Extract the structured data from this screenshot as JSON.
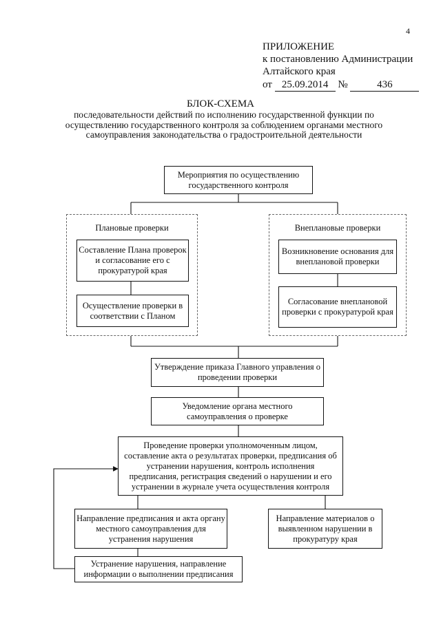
{
  "page_number": "4",
  "appendix": {
    "heading": "ПРИЛОЖЕНИЕ",
    "line1": "к постановлению Администрации",
    "line2": "Алтайского края",
    "from_label": "от",
    "date": "25.09.2014",
    "no_label": "№",
    "number": "436"
  },
  "title": "БЛОК-СХЕМА",
  "subtitle": "последовательности действий по исполнению государственной функции по осуществлению государственного контроля за соблюдением органами местного самоуправления законодательства о градостроительной деятельности",
  "nodes": {
    "top": "Мероприятия по осуществлению государственного контроля",
    "planned_group": "Плановые проверки",
    "planned_1": "Составление Плана проверок и согласование его с прокуратурой края",
    "planned_2": "Осуществление проверки в соответствии с Планом",
    "unplanned_group": "Внеплановые проверки",
    "unplanned_1": "Возникновение основания для внеплановой проверки",
    "unplanned_2": "Согласование внеплановой проверки с прокуратурой края",
    "order": "Утверждение приказа Главного управления о проведении проверки",
    "notify": "Уведомление органа местного самоуправления о проверке",
    "inspection": "Проведение проверки уполномоченным лицом, составление акта о результатах проверки, предписания об устранении нарушения, контроль исполнения предписания, регистрация сведений о нарушении и его устранении в журнале учета осуществления контроля",
    "send_order": "Направление предписания и акта органу местного самоуправления для устранения нарушения",
    "send_prosecutor": "Направление материалов о выявленном нарушении в прокуратуру края",
    "eliminate": "Устранение нарушения, направление информации о выполнении предписания"
  }
}
